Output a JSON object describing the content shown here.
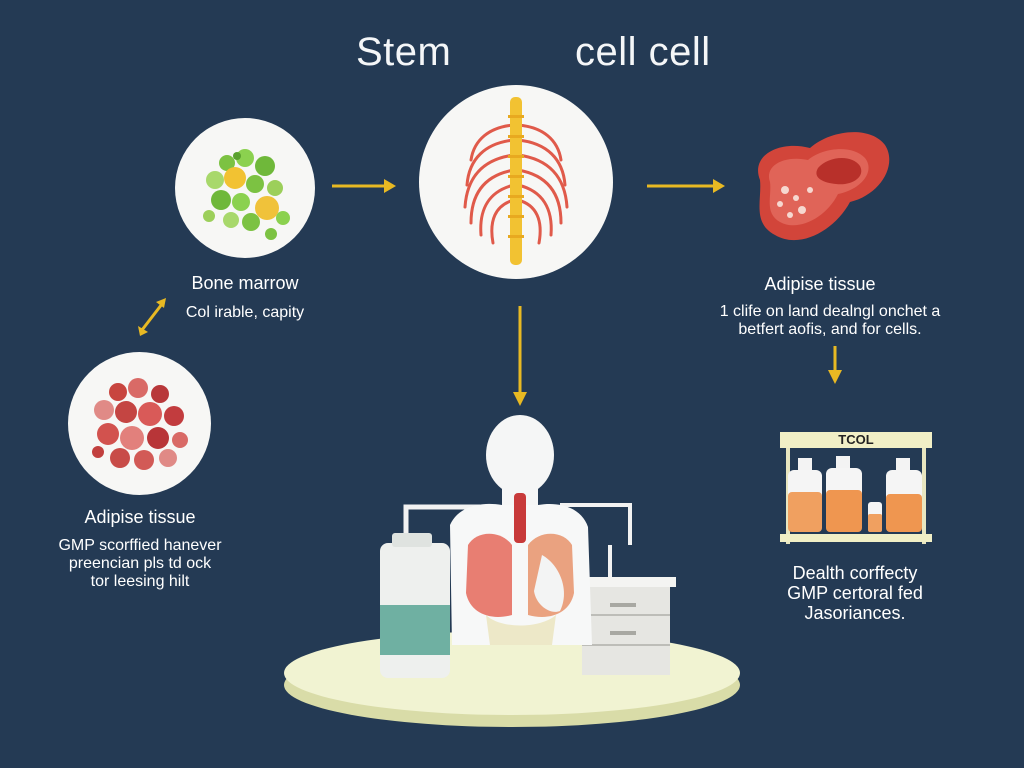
{
  "title": {
    "word1": "Stem",
    "word2": "cell cell"
  },
  "nodes": {
    "bone_marrow": {
      "label": "Bone marrow",
      "caption": "Col irable, capity"
    },
    "adipose_right": {
      "label": "Adipise tissue",
      "caption_lines": [
        "1 clife on land dealngl onchet a",
        "betfert aofis, and for cells."
      ]
    },
    "adipose_left": {
      "label": "Adipise tissue",
      "caption_lines": [
        "GMP scorffied hanever",
        "preencian pls td ock",
        "tor leesing hilt"
      ]
    },
    "lab": {
      "banner": "TCOL",
      "caption_lines": [
        "Dealth corffecty",
        "GMP certoral fed",
        "Jasoriances."
      ]
    }
  },
  "colors": {
    "background": "#243a54",
    "arrow": "#e8b923",
    "circle": "#f7f7f5",
    "text": "#ffffff"
  },
  "icons": {
    "bone_marrow": "green-cell-cluster-icon",
    "center": "ribcage-spine-icon",
    "adipose_right": "red-tissue-blob-icon",
    "adipose_left": "red-cell-cluster-icon",
    "human": "human-torso-lungs-icon",
    "lab": "culture-bottles-icon"
  }
}
